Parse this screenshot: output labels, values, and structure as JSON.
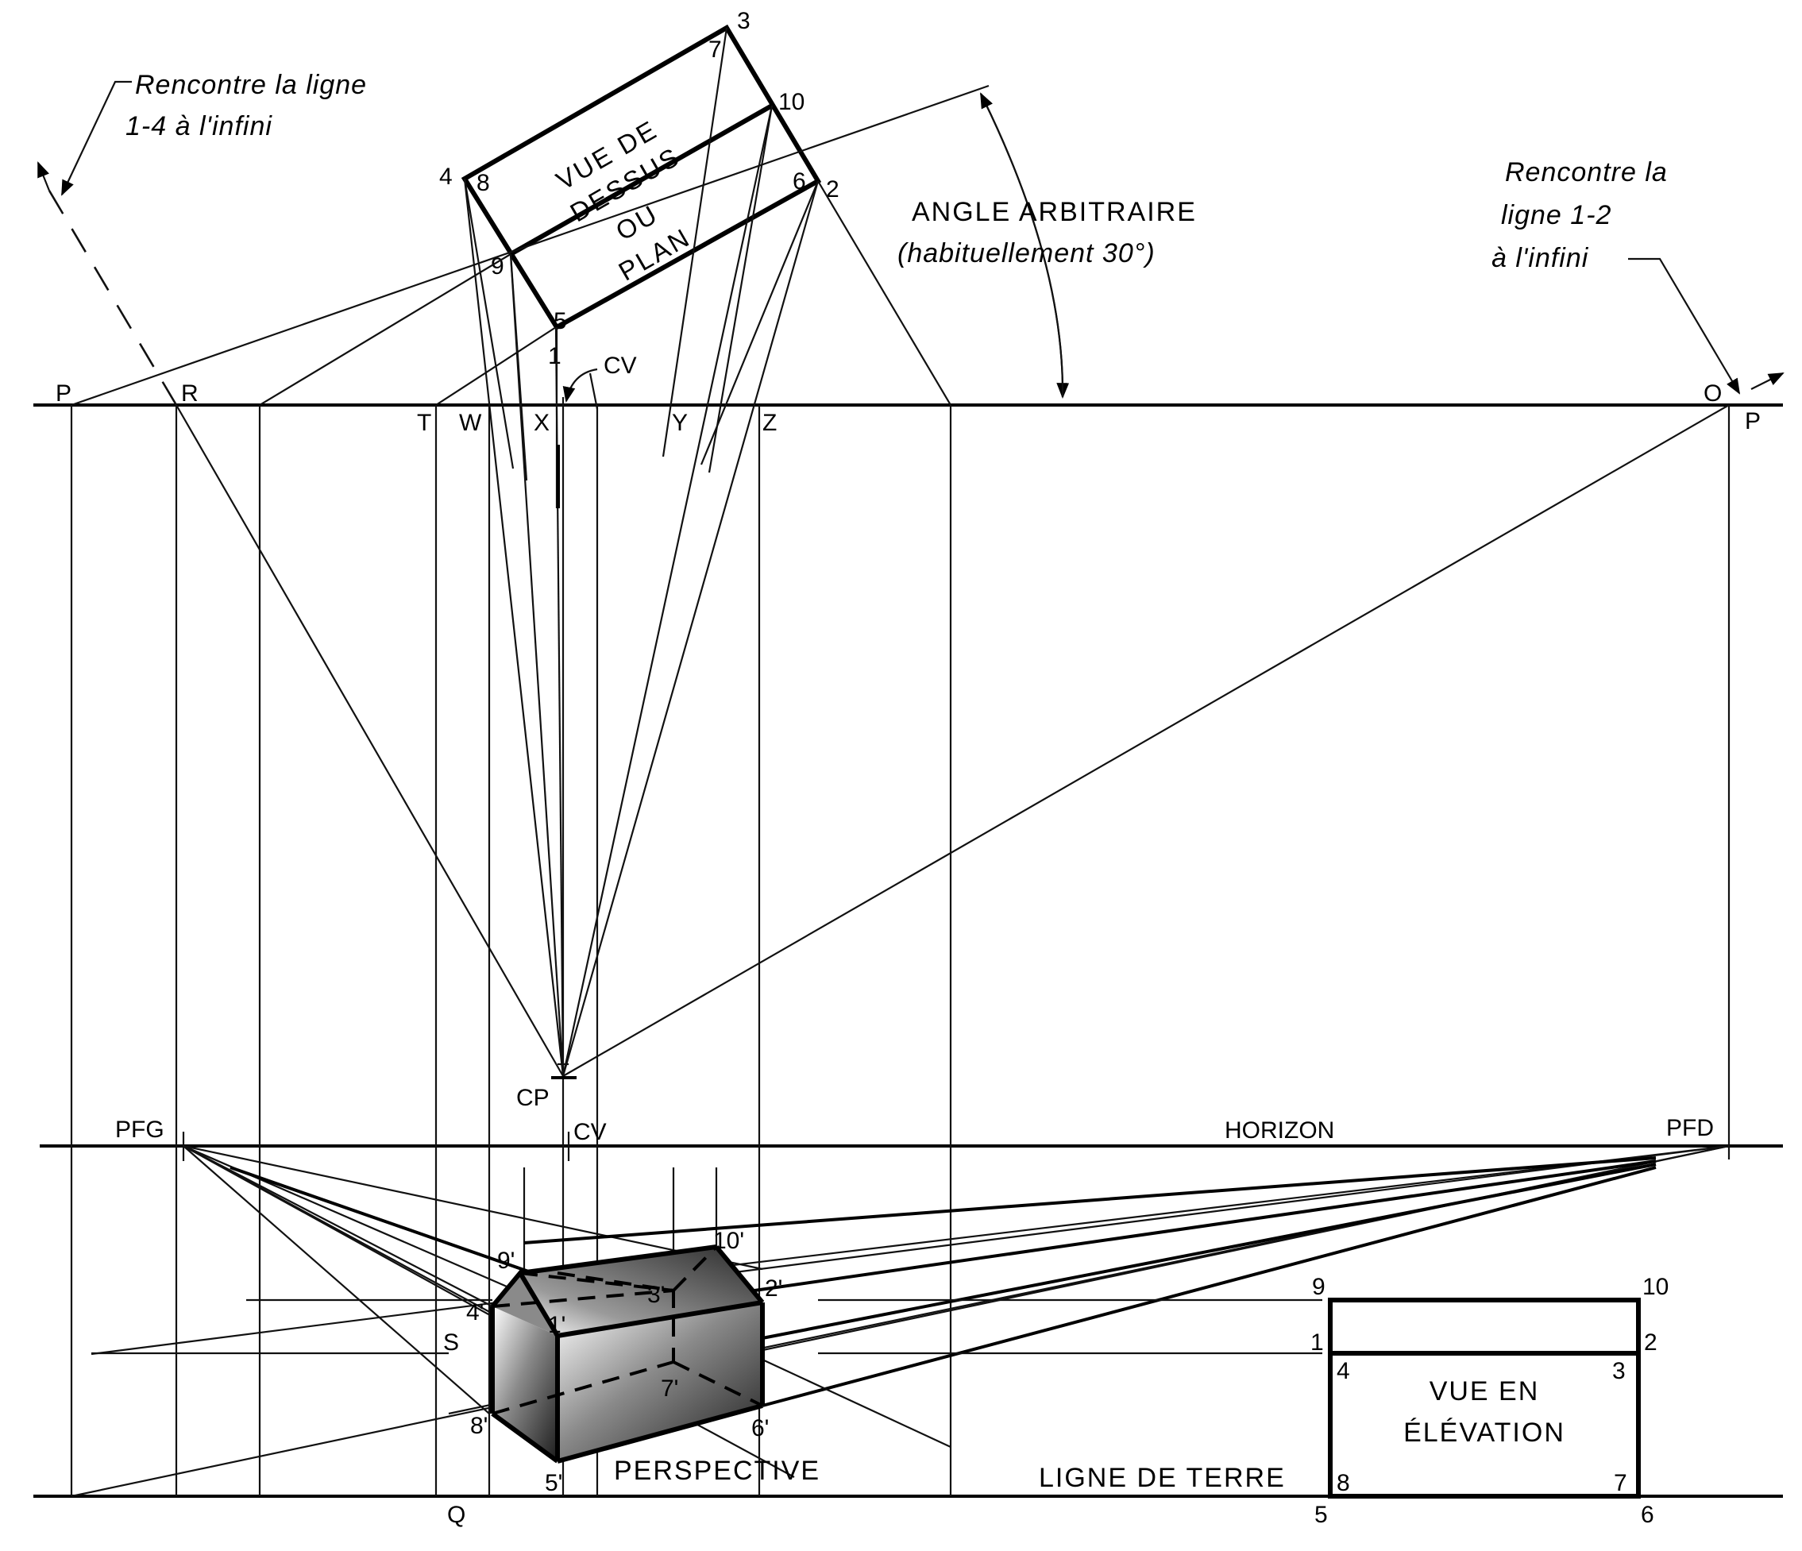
{
  "annotations": {
    "left_note_line1": "Rencontre  la  ligne",
    "left_note_line2": "1-4  à  l'infini",
    "right_note_line1": "Rencontre  la",
    "right_note_line2": "ligne  1-2",
    "right_note_line3": "à  l'infini",
    "angle_line1": "ANGLE   ARBITRAIRE",
    "angle_line2": "(habituellement  30°)"
  },
  "top_view": {
    "line1": "VUE  DE",
    "line2": "DESSUS",
    "line3": "OU",
    "line4": "PLAN",
    "corner_labels": {
      "p1": "1",
      "p2": "2",
      "p3": "3",
      "p4": "4",
      "p5": "5",
      "p6": "6",
      "p7": "7",
      "p8": "8",
      "p9": "9",
      "p10": "10"
    }
  },
  "picture_plane": {
    "P_left": "P",
    "R": "R",
    "T": "T",
    "W": "W",
    "X": "X",
    "CV": "CV",
    "Y": "Y",
    "Z": "Z",
    "O": "O",
    "P_right": "P"
  },
  "station": {
    "CP": "CP",
    "CV": "CV"
  },
  "horizon": {
    "label": "HORIZON",
    "PFG": "PFG",
    "PFD": "PFD"
  },
  "perspective": {
    "title": "PERSPECTIVE",
    "labels": {
      "p1": "1'",
      "p2": "2'",
      "p3": "3'",
      "p4": "4'",
      "p5": "5'",
      "p6": "6'",
      "p7": "7'",
      "p8": "8'",
      "p9": "9'",
      "p10": "10'",
      "S": "S",
      "Q": "Q"
    }
  },
  "ground_line": {
    "label": "LIGNE  DE  TERRE"
  },
  "elevation": {
    "line1": "VUE  EN",
    "line2": "ÉLÉVATION",
    "labels": {
      "n9": "9",
      "n10": "10",
      "n1": "1",
      "n2": "2",
      "n4": "4",
      "n3": "3",
      "n8": "8",
      "n7": "7",
      "n5": "5",
      "n6": "6"
    }
  }
}
